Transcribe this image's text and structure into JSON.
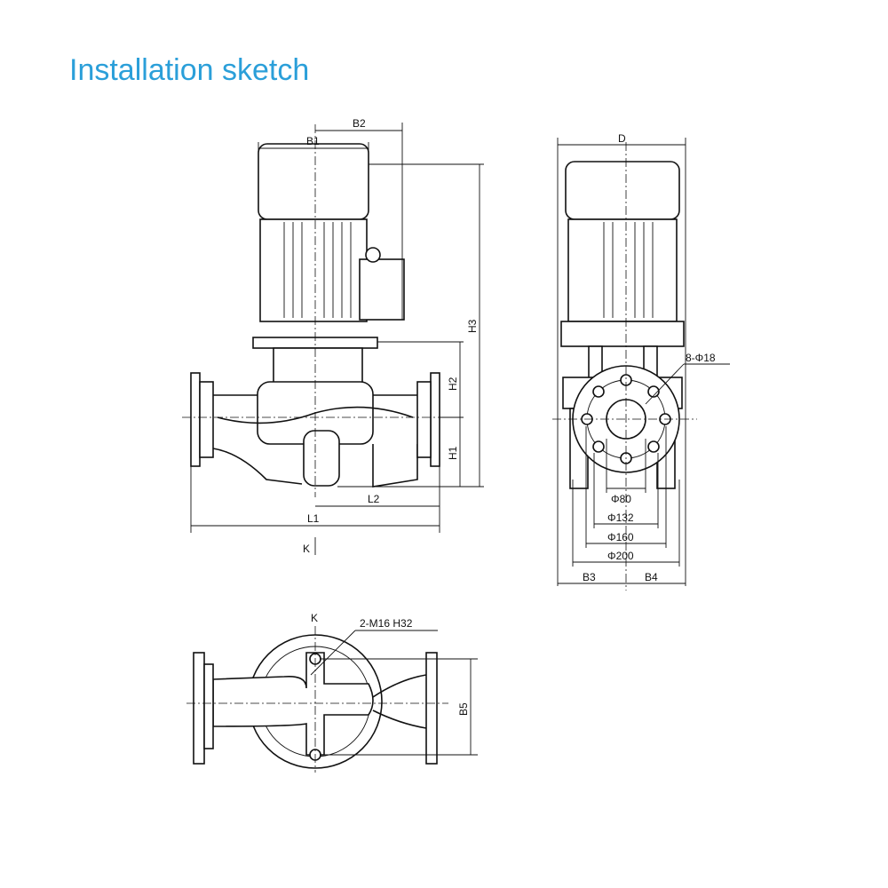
{
  "title": "Installation sketch",
  "front_view": {
    "B2": "B2",
    "B1": "B1",
    "H3": "H3",
    "H2": "H2",
    "H1": "H1",
    "L2": "L2",
    "L1": "L1",
    "K": "K"
  },
  "side_view": {
    "D": "D",
    "bolts": "8-Φ18",
    "d80": "Φ80",
    "d132": "Φ132",
    "d160": "Φ160",
    "d200": "Φ200",
    "B3": "B3",
    "B4": "B4"
  },
  "top_view": {
    "K": "K",
    "bolts": "2-M16 H32",
    "B5": "B5"
  }
}
